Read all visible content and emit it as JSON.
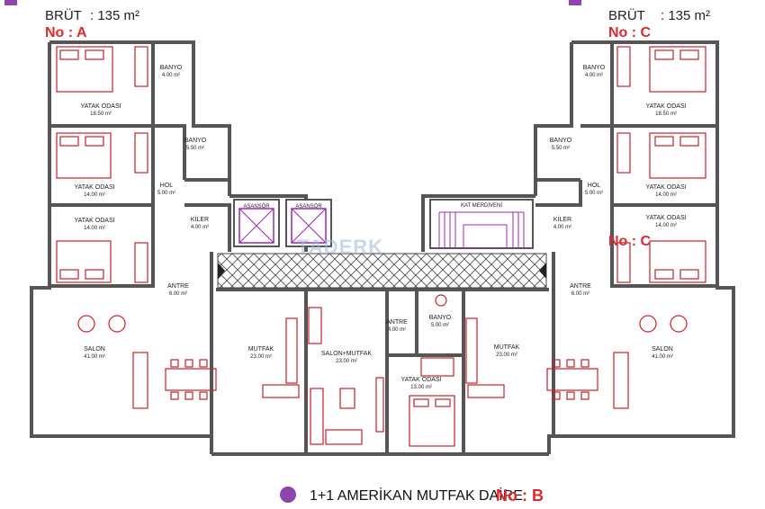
{
  "header_left": {
    "brut": "BRÜT",
    "area": ": 135 m²",
    "unit_no": "No : A"
  },
  "header_right": {
    "brut": "BRÜT",
    "area": ": 135 m²",
    "unit_no": "No : C"
  },
  "unit_c_second_no": "No : C",
  "watermark": "TADERK",
  "footer": {
    "text": "1+1 AMERİKAN MUTFAK DAİRE",
    "unit_no": "No : B"
  },
  "colors": {
    "wall": "#555555",
    "furniture": "#c8202c",
    "elevator": "#9c27b0",
    "label_red": "#e0282e",
    "bullet": "#8e44ad"
  },
  "rooms_a": [
    {
      "name": "YATAK ODASI",
      "area": "18.50 m²"
    },
    {
      "name": "BANYO",
      "area": "4.00 m²"
    },
    {
      "name": "BANYO",
      "area": "5.50 m²"
    },
    {
      "name": "YATAK ODASI",
      "area": "14.00 m²"
    },
    {
      "name": "HOL",
      "area": "5.00 m²"
    },
    {
      "name": "YATAK ODASI",
      "area": "14.00 m²"
    },
    {
      "name": "KİLER",
      "area": "4.00 m²"
    },
    {
      "name": "ANTRE",
      "area": "6.00 m²"
    },
    {
      "name": "SALON",
      "area": "41.00 m²"
    },
    {
      "name": "MUTFAK",
      "area": "23.00 m²"
    }
  ],
  "rooms_c": [
    {
      "name": "YATAK ODASI",
      "area": "18.50 m²"
    },
    {
      "name": "BANYO",
      "area": "4.00 m²"
    },
    {
      "name": "BANYO",
      "area": "5.50 m²"
    },
    {
      "name": "YATAK ODASI",
      "area": "14.00 m²"
    },
    {
      "name": "HOL",
      "area": "5.00 m²"
    },
    {
      "name": "YATAK ODASI",
      "area": "14.00 m²"
    },
    {
      "name": "KİLER",
      "area": "4.00 m²"
    },
    {
      "name": "ANTRE",
      "area": "6.00 m²"
    },
    {
      "name": "SALON",
      "area": "41.00 m²"
    },
    {
      "name": "MUTFAK",
      "area": "23.00 m²"
    }
  ],
  "rooms_b": [
    {
      "name": "SALON+MUTFAK",
      "area": "23.00 m²"
    },
    {
      "name": "ANTRE",
      "area": "4.00 m²"
    },
    {
      "name": "BANYO",
      "area": "5.00 m²"
    },
    {
      "name": "YATAK ODASI",
      "area": "13.00 m²"
    }
  ],
  "core": {
    "elevator_1": "ASANSÖR",
    "elevator_2": "ASANSÖR",
    "stairs": "KAT MERDİVENİ"
  }
}
